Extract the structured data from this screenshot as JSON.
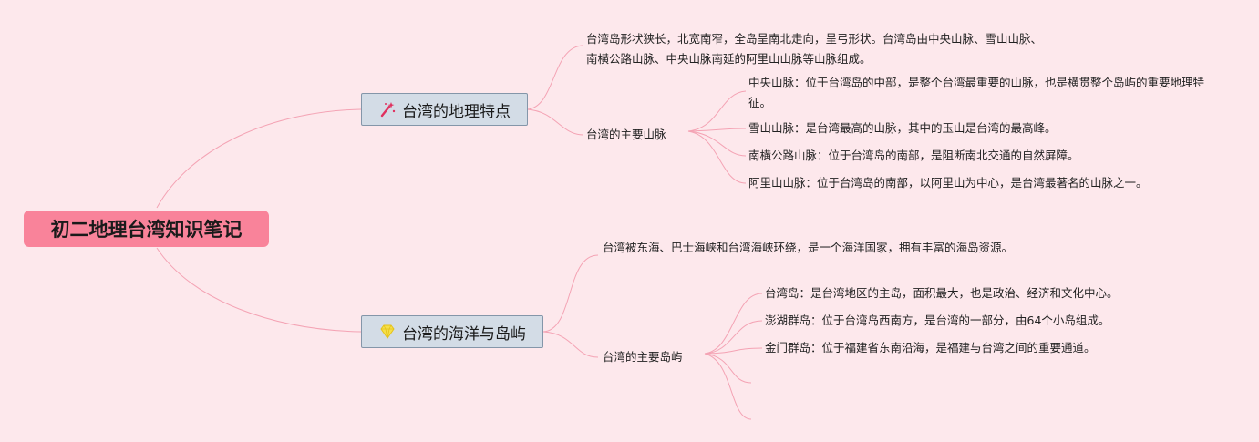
{
  "root": {
    "title": "初二地理台湾知识笔记"
  },
  "branches": [
    {
      "title": "台湾的地理特点",
      "icon": "magic-wand-icon",
      "note": "台湾岛形状狭长，北宽南窄，全岛呈南北走向，呈弓形状。台湾岛由中央山脉、雪山山脉、南横公路山脉、中央山脉南延的阿里山山脉等山脉组成。",
      "sub": {
        "title": "台湾的主要山脉",
        "items": [
          "中央山脉：位于台湾岛的中部，是整个台湾最重要的山脉，也是横贯整个岛屿的重要地理特征。",
          "雪山山脉：是台湾最高的山脉，其中的玉山是台湾的最高峰。",
          "南横公路山脉：位于台湾岛的南部，是阻断南北交通的自然屏障。",
          "阿里山山脉：位于台湾岛的南部，以阿里山为中心，是台湾最著名的山脉之一。"
        ]
      }
    },
    {
      "title": "台湾的海洋与岛屿",
      "icon": "diamond-icon",
      "note": "台湾被东海、巴士海峡和台湾海峡环绕，是一个海洋国家，拥有丰富的海岛资源。",
      "sub": {
        "title": "台湾的主要岛屿",
        "items": [
          "台湾岛：是台湾地区的主岛，面积最大，也是政治、经济和文化中心。",
          "澎湖群岛：位于台湾岛西南方，是台湾的一部分，由64个小岛组成。",
          "金门群岛：位于福建省东南沿海，是福建与台湾之间的重要通道。",
          "",
          ""
        ]
      }
    }
  ],
  "colors": {
    "background": "#fde8ec",
    "root": "#f9839a",
    "branch": "#d3dce6",
    "connector": "#f4a3b4"
  }
}
